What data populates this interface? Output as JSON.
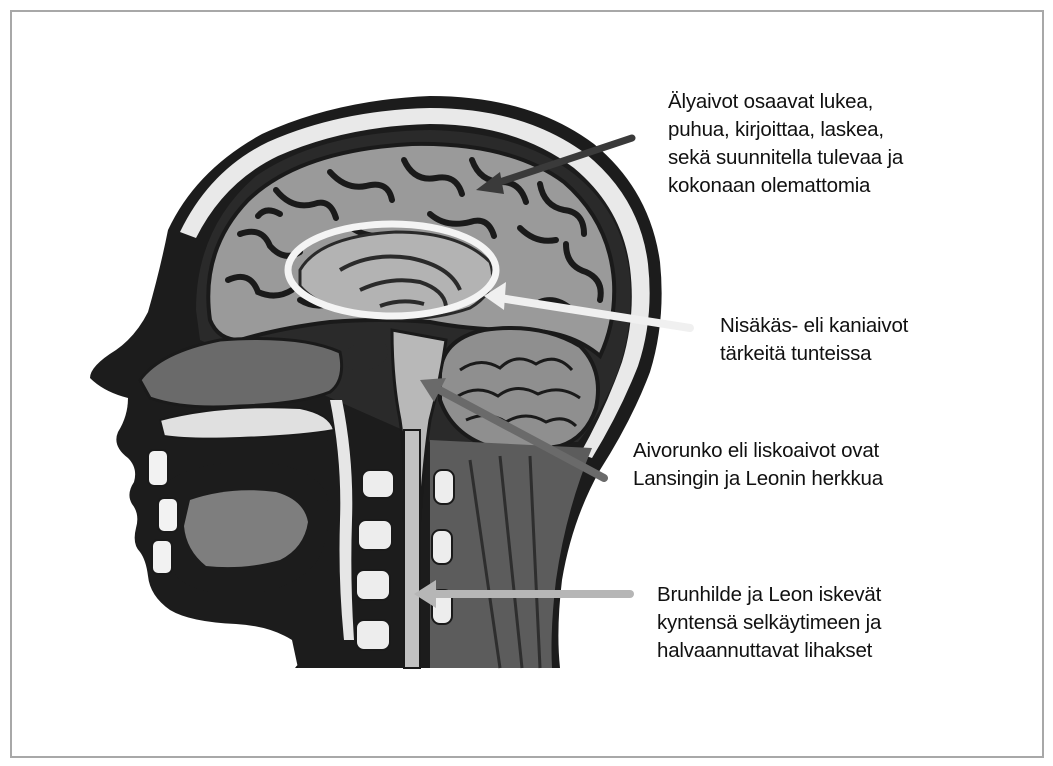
{
  "diagram": {
    "labels": [
      {
        "text": "Älyaivot osaavat lukea,\npuhua, kirjoittaa, laskea,\nsekä suunnitella tulevaa ja\nkokonaan olemattomia",
        "target": "cerebral-cortex"
      },
      {
        "text": "Nisäkäs- eli kaniaivot\ntärkeitä tunteissa",
        "target": "limbic-system"
      },
      {
        "text": "Aivorunko eli liskoaivot ovat\nLansingin ja Leonin herkkua",
        "target": "brainstem"
      },
      {
        "text": "Brunhilde ja Leon iskevät\nkyntensä selkäytimeen ja\nhalvaannuttavat lihakset",
        "target": "spinal-cord"
      }
    ],
    "colors": {
      "outline": "#1a1a1a",
      "brain": "#9a9a9a",
      "tissue": "#5c5c5c",
      "dark": "#2a2a2a",
      "light": "#e6e6e6",
      "highlight": "#f4f4f4"
    }
  }
}
